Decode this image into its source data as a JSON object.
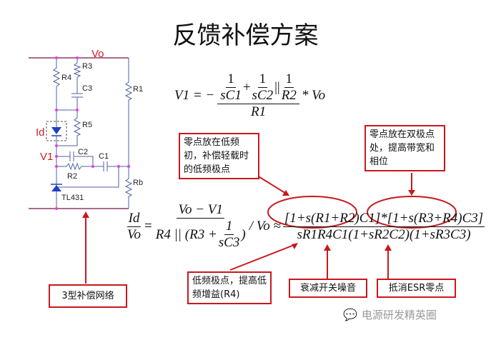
{
  "title": "反馈补偿方案",
  "circuit": {
    "vo": "Vo",
    "r1": "R1",
    "r2": "R2",
    "r3": "R3",
    "r4": "R4",
    "r5": "R5",
    "rb": "Rb",
    "c1": "C1",
    "c2": "C2",
    "c3": "C3",
    "id": "Id",
    "v1": "V1",
    "tl431": "TL431"
  },
  "eq1": {
    "lhs": "V1 = −",
    "one_a": "1",
    "sc1": "sC1",
    "plus": "+",
    "one_b": "1",
    "sc2": "sC2",
    "par": "||",
    "one_c": "1",
    "r2": "R2",
    "den": "R1",
    "tail": "* Vo"
  },
  "eq2": {
    "lhs_n": "Id",
    "lhs_d": "Vo",
    "eq": "=",
    "n": "Vo − V1",
    "d1": "R4 || (R3 +",
    "d_one": "1",
    "d_sc3": "sC3",
    "d2": ")",
    "mid": "/ Vo ≈",
    "num1": "[1+s(R1+R2)C1]",
    "star": "*",
    "num2": "[1+s(R3+R4)C3]",
    "den": "sR1R4C1(1+sR2C2)(1+sR3C3)"
  },
  "callouts": {
    "zero_low": "零点放在低频初，补偿轻载时的低频极点",
    "zero_double": "零点放在双极点处，提高带宽和相位",
    "low_pole": "低频极点，提高低频增益(R4)",
    "noise": "衰减开关噪音",
    "esr": "抵消ESR零点",
    "type3": "3型补偿网络"
  },
  "watermark": "电源研发精英圈",
  "colors": {
    "accent": "#c8181e",
    "wire": "#7a1040",
    "node": "#e040e0"
  }
}
